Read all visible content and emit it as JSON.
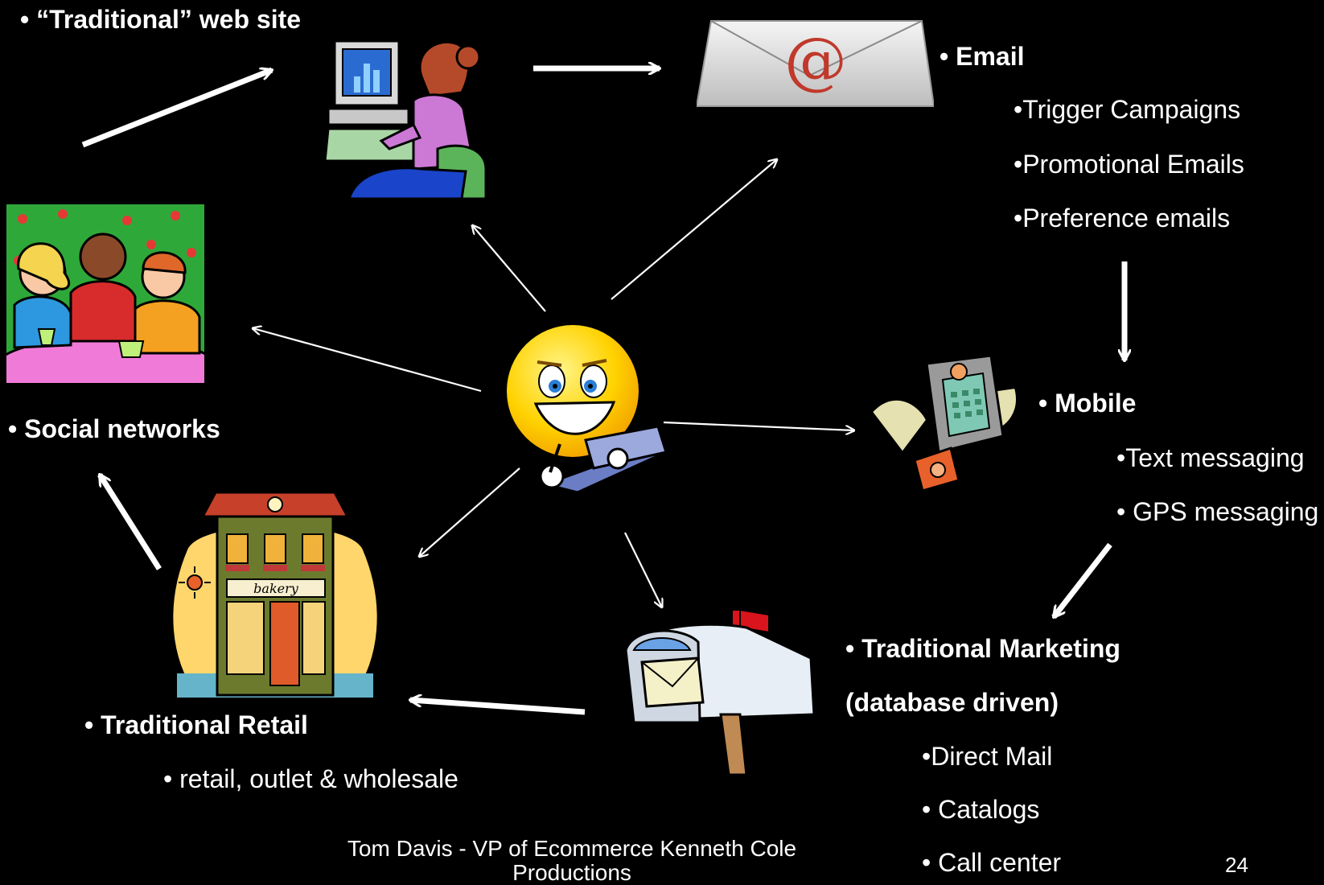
{
  "labels": {
    "web": "• “Traditional” web site",
    "email": "• Email",
    "email_items": [
      "•Trigger Campaigns",
      "•Promotional Emails",
      "•Preference emails"
    ],
    "social": "• Social networks",
    "mobile": "• Mobile",
    "mobile_items": [
      "•Text messaging",
      "• GPS messaging"
    ],
    "marketing_line1": "• Traditional Marketing",
    "marketing_line2": "(database driven)",
    "marketing_items": [
      "•Direct Mail",
      "• Catalogs",
      "• Call center"
    ],
    "retail": "• Traditional Retail",
    "retail_items": [
      "• retail, outlet & wholesale"
    ],
    "bakery_sign": "bakery"
  },
  "footer": {
    "author": "Tom Davis - VP of Ecommerce Kenneth Cole Productions",
    "page_number": "24"
  },
  "icons": {
    "web": "computer-user-icon",
    "email": "envelope-at-icon",
    "social": "social-group-icon",
    "center": "smiley-laptop-icon",
    "mobile": "flip-phone-icon",
    "mailbox": "mailbox-icon",
    "retail": "bakery-storefront-icon"
  },
  "colors": {
    "background": "#000000",
    "text": "#ffffff",
    "arrows": "#ffffff"
  }
}
